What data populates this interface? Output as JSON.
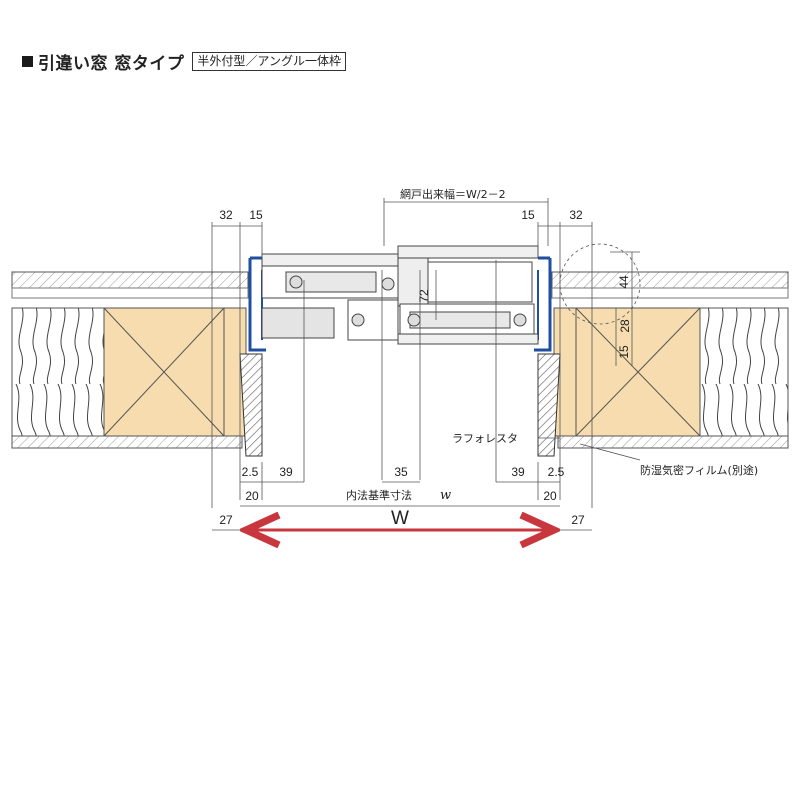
{
  "title": {
    "main": "引違い窓 窓タイプ",
    "badge": "半外付型／アングル一体枠"
  },
  "labels": {
    "screen_width": "網戸出来幅＝W/2－2",
    "laforesta": "ラフォレスタ",
    "film": "防湿気密フィルム(別途)",
    "inner_dim": "内法基準寸法",
    "inner_dim_w": "w",
    "W": "W"
  },
  "dimensions": {
    "top_left_32": "32",
    "top_left_15": "15",
    "top_right_15": "15",
    "top_right_32": "32",
    "v_72": "72",
    "v_44": "44",
    "v_28": "28",
    "v_15": "15",
    "b_left_25": "2.5",
    "b_left_39": "39",
    "b_center_35": "35",
    "b_right_39": "39",
    "b_right_25": "2.5",
    "b_left_20": "20",
    "b_right_20": "20",
    "b_left_27": "27",
    "b_right_27": "27"
  },
  "colors": {
    "frame_blue": "#1f4fa0",
    "insulation_tan": "#f6dcae",
    "arrow_red": "#c8373d"
  }
}
